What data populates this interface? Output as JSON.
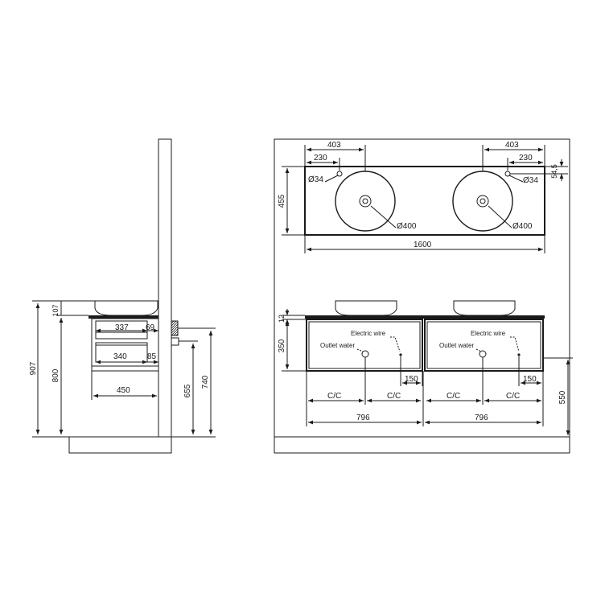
{
  "side_view": {
    "dims": {
      "total_height": "907",
      "cabinet_top_height": "800",
      "basin_height": "107",
      "top_drawer_depth": "337",
      "top_drawer_gap": "69",
      "bottom_drawer_depth": "340",
      "bottom_drawer_gap": "85",
      "cabinet_depth": "450",
      "outlet_height": "655",
      "wire_height": "740"
    }
  },
  "plan_view": {
    "dims": {
      "left_basin_offset": "403",
      "left_tap_offset": "230",
      "right_basin_offset": "403",
      "right_tap_offset": "230",
      "top_depth": "455",
      "tap_hole_left": "Ø34",
      "tap_hole_right": "Ø34",
      "tap_edge": "54,5",
      "basin_dia_left": "Ø400",
      "basin_dia_right": "Ø400",
      "total_width": "1600"
    }
  },
  "front_view": {
    "dims": {
      "top_thickness": "12",
      "cabinet_height": "350",
      "install_height": "550",
      "wire_offset_left": "150",
      "wire_offset_right": "150",
      "cc_1": "C/C",
      "cc_2": "C/C",
      "cc_3": "C/C",
      "cc_4": "C/C",
      "unit_width_left": "796",
      "unit_width_right": "796"
    },
    "labels": {
      "electric_wire_left": "Electric wire",
      "outlet_water_left": "Outlet water",
      "electric_wire_right": "Electric wire",
      "outlet_water_right": "Outlet water"
    }
  }
}
